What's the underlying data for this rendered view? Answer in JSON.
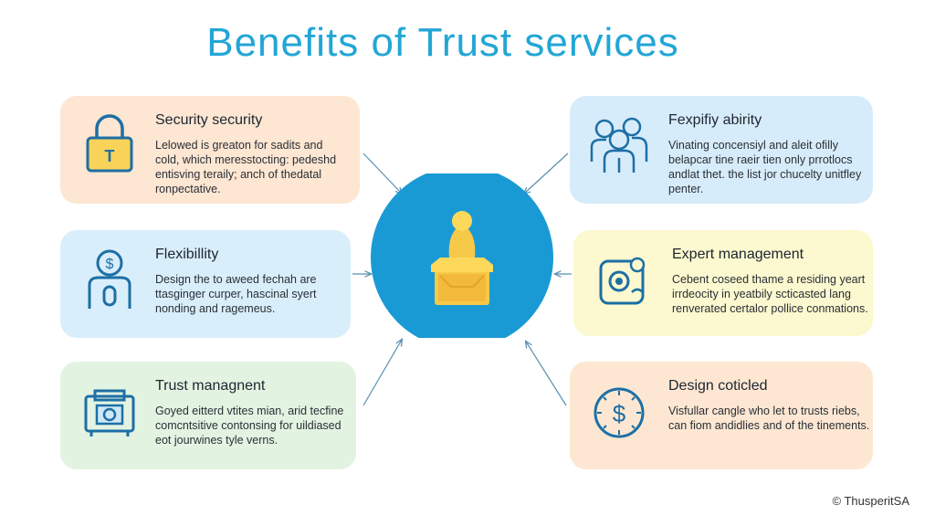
{
  "title": "Benefits of  Trust services",
  "cards": {
    "c1": {
      "heading": "Security security",
      "body": "Lelowed is greaton for sadits and cold, which meresstocting: pedeshd entisving teraily; anch of thedatal ronpectative.",
      "icon": "padlock-icon"
    },
    "c2": {
      "heading": "Flexibillity",
      "body": "Design the to aweed fechah are ttasginger curper, hascinal syert nonding and ragemeus.",
      "icon": "money-bag-icon"
    },
    "c3": {
      "heading": "Trust managnent",
      "body": "Goyed eitterd vtites mian, arid tecfine comcntsitive contonsing for uildiased eot jourwines tyle verns.",
      "icon": "safe-icon"
    },
    "c4": {
      "heading": "Fexpifiy abirity",
      "body": "Vinating concensiyl and aleit ofilly belapcar tine raeir tien only prrotlocs andlat thet. the list jor chucelty unitfley penter.",
      "icon": "people-group-icon"
    },
    "c5": {
      "heading": "Expert management",
      "body": "Cebent coseed thame a residing yeart irrdeocity in yeatbily scticasted lang renverated certalor pollice conmations.",
      "icon": "gear-person-icon"
    },
    "c6": {
      "heading": "Design coticled",
      "body": "Visfullar cangle who let to trusts riebs, can fiom andidlies and of the tinements.",
      "icon": "dollar-clock-icon"
    }
  },
  "hub": {
    "icon": "chess-king-icon"
  },
  "copyright": "© ThusperitSA",
  "colors": {
    "title": "#22a6d6",
    "hub": "#1a9ad4",
    "hub_icon": "#f7c948",
    "icon_stroke": "#1d6fa5",
    "connector": "#5a8fb0"
  }
}
